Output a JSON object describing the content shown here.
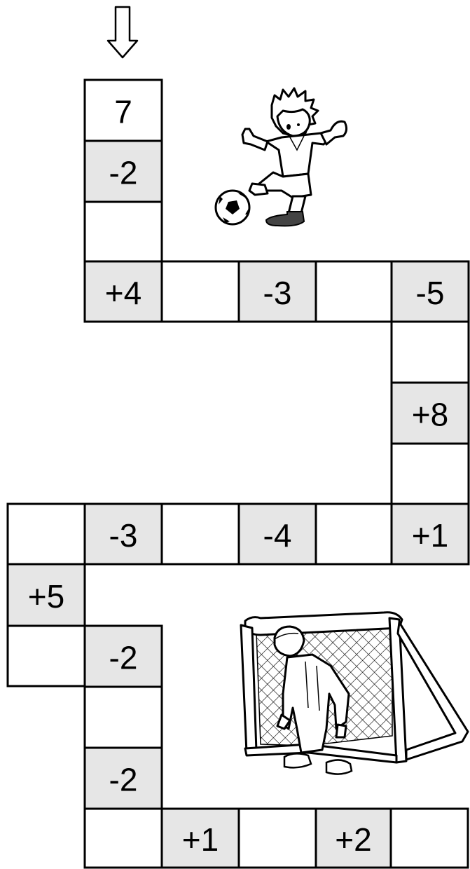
{
  "colors": {
    "shaded": "#e6e6e6",
    "plain": "#ffffff",
    "line": "#000000"
  },
  "start_arrow_icon": "down-arrow-icon",
  "cells": [
    {
      "value": "7",
      "shaded": false
    },
    {
      "value": "-2",
      "shaded": true
    },
    {
      "value": "",
      "shaded": false
    },
    {
      "value": "+4",
      "shaded": true
    },
    {
      "value": "",
      "shaded": false
    },
    {
      "value": "-3",
      "shaded": true
    },
    {
      "value": "",
      "shaded": false
    },
    {
      "value": "-5",
      "shaded": true
    },
    {
      "value": "",
      "shaded": false
    },
    {
      "value": "+8",
      "shaded": true
    },
    {
      "value": "",
      "shaded": false
    },
    {
      "value": "+1",
      "shaded": true
    },
    {
      "value": "",
      "shaded": false
    },
    {
      "value": "-4",
      "shaded": true
    },
    {
      "value": "",
      "shaded": false
    },
    {
      "value": "-3",
      "shaded": true
    },
    {
      "value": "",
      "shaded": false
    },
    {
      "value": "+5",
      "shaded": true
    },
    {
      "value": "",
      "shaded": false
    },
    {
      "value": "-2",
      "shaded": true
    },
    {
      "value": "",
      "shaded": false
    },
    {
      "value": "-2",
      "shaded": true
    },
    {
      "value": "",
      "shaded": false
    },
    {
      "value": "+1",
      "shaded": true
    },
    {
      "value": "",
      "shaded": false
    },
    {
      "value": "+2",
      "shaded": true
    },
    {
      "value": "",
      "shaded": false
    }
  ],
  "illustrations": [
    "soccer-player-kicking-icon",
    "soccer-ball-icon",
    "goalkeeper-in-goal-icon"
  ]
}
